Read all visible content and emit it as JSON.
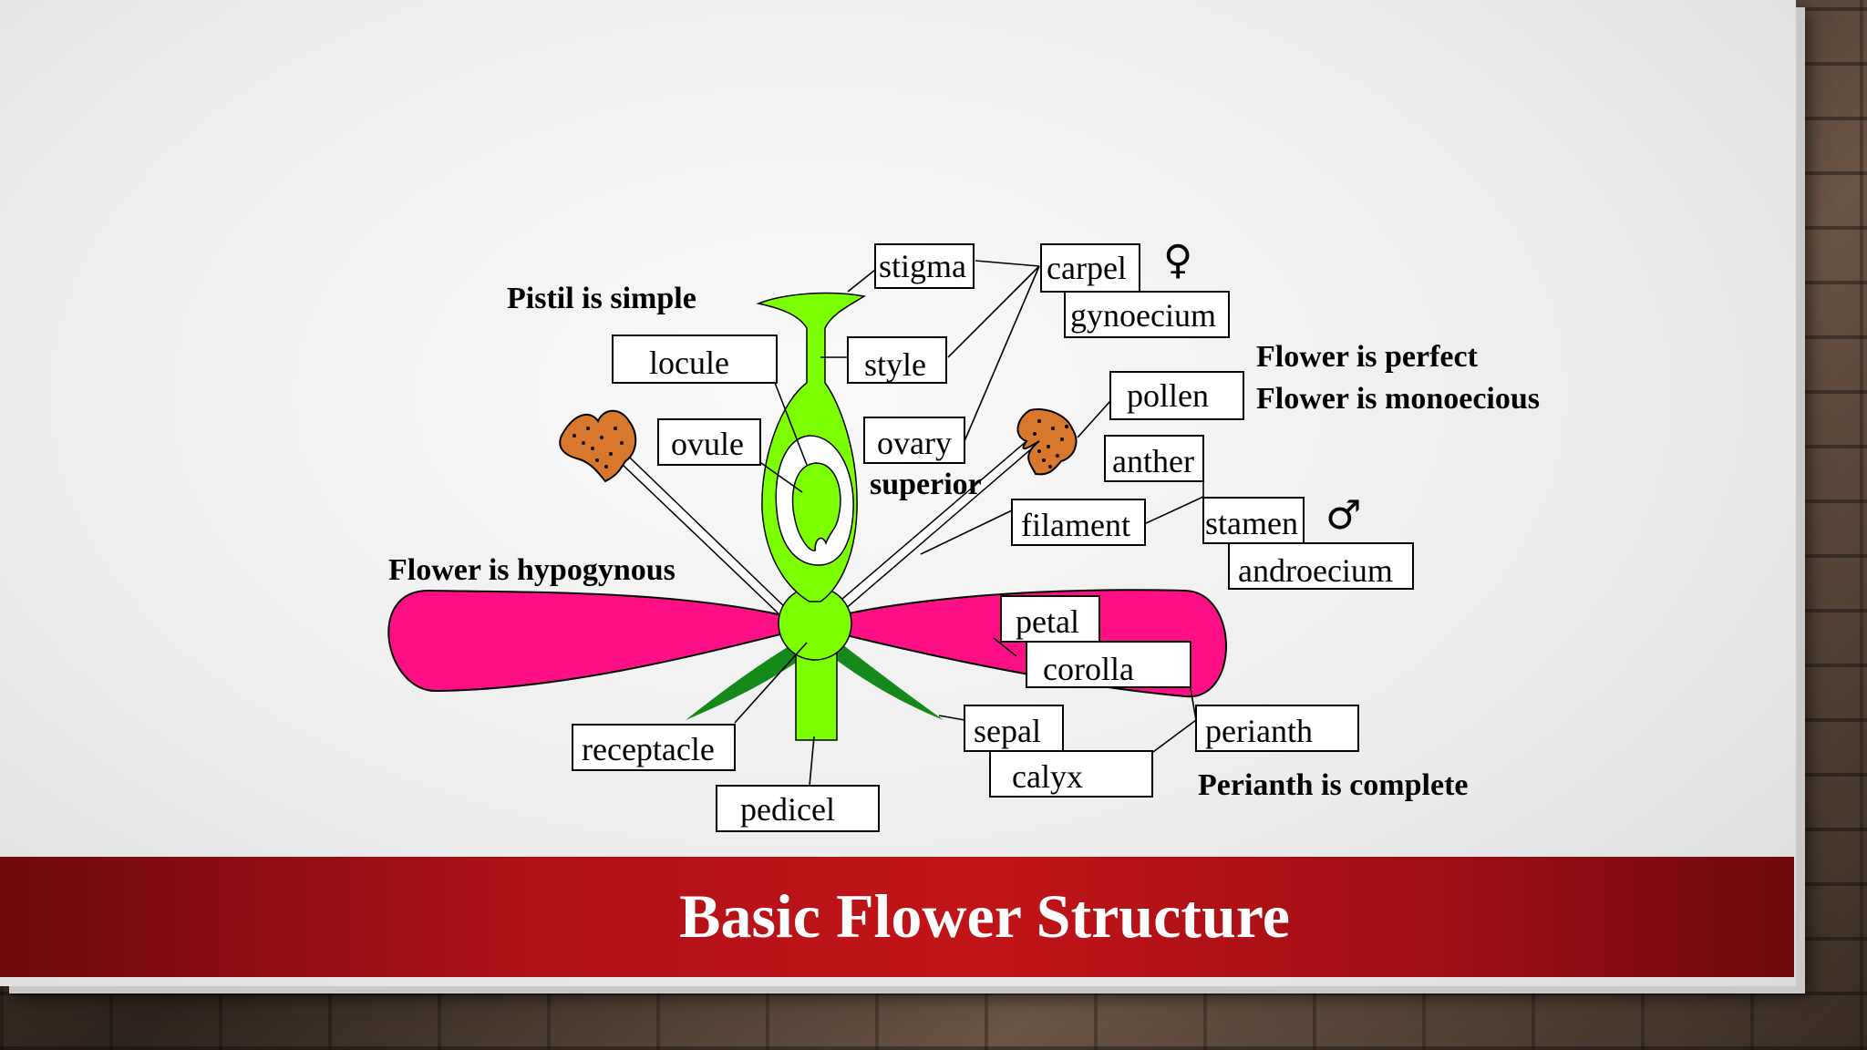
{
  "title": "Basic Flower Structure",
  "labels": {
    "stigma": "stigma",
    "carpel": "carpel",
    "gynoecium": "gynoecium",
    "style": "style",
    "locule": "locule",
    "ovule": "ovule",
    "ovary": "ovary",
    "pollen": "pollen",
    "anther": "anther",
    "filament": "filament",
    "stamen": "stamen",
    "androecium": "androecium",
    "petal": "petal",
    "corolla": "corolla",
    "sepal": "sepal",
    "calyx": "calyx",
    "perianth": "perianth",
    "receptacle": "receptacle",
    "pedicel": "pedicel"
  },
  "notes": {
    "pistil": "Pistil is simple",
    "superior": "superior",
    "perfect": "Flower is perfect",
    "monoecious": "Flower is monoecious",
    "hypogynous": "Flower is hypogynous",
    "perianth_complete": "Perianth is complete"
  },
  "symbols": {
    "female": "♀",
    "male": "♂"
  },
  "colors": {
    "petal": "#ff0f86",
    "pistil": "#7cff00",
    "sepal": "#158a1a",
    "anther": "#d9782c",
    "banner": "#b01217"
  }
}
